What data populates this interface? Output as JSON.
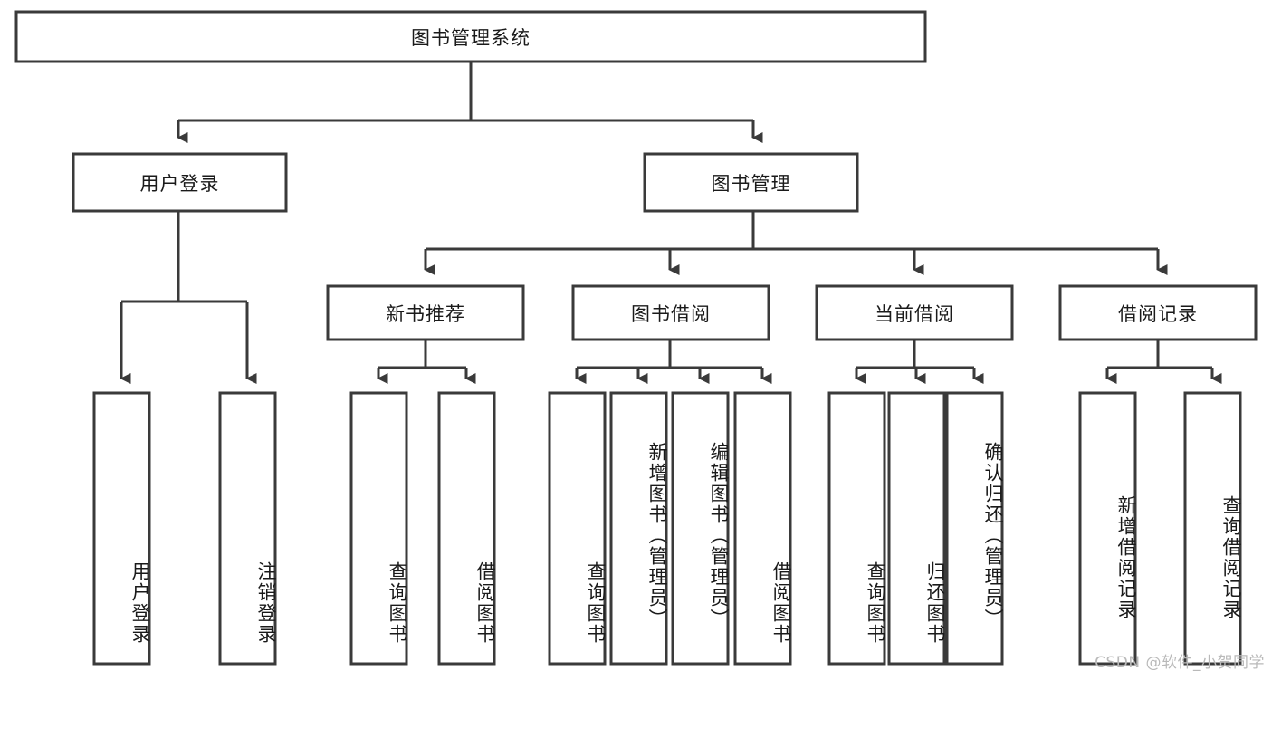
{
  "diagram": {
    "title": "图书管理系统",
    "type": "tree-hierarchy-diagram",
    "watermark": "CSDN @软件_小贺同学",
    "colors": {
      "stroke": "#3a3a3a",
      "fill": "#ffffff",
      "text": "#1a1a1a",
      "watermark": "#b9b9b9"
    },
    "nodes": {
      "root": {
        "label": "图书管理系统"
      },
      "level2": [
        {
          "label": "用户登录"
        },
        {
          "label": "图书管理"
        }
      ],
      "level3": [
        {
          "label": "新书推荐"
        },
        {
          "label": "图书借阅"
        },
        {
          "label": "当前借阅"
        },
        {
          "label": "借阅记录"
        }
      ],
      "leaves_user_login": [
        {
          "label": "用户登录"
        },
        {
          "label": "注销登录"
        }
      ],
      "leaves_new_book": [
        {
          "label": "查询图书"
        },
        {
          "label": "借阅图书"
        }
      ],
      "leaves_book_borrow": [
        {
          "label": "查询图书"
        },
        {
          "label": "新增图书（管理员）"
        },
        {
          "label": "编辑图书（管理员）"
        },
        {
          "label": "借阅图书"
        }
      ],
      "leaves_current_borrow": [
        {
          "label": "查询图书"
        },
        {
          "label": "归还图书"
        },
        {
          "label": "确认归还（管理员）"
        }
      ],
      "leaves_borrow_record": [
        {
          "label": "新增借阅记录"
        },
        {
          "label": "查询借阅记录"
        }
      ]
    }
  }
}
